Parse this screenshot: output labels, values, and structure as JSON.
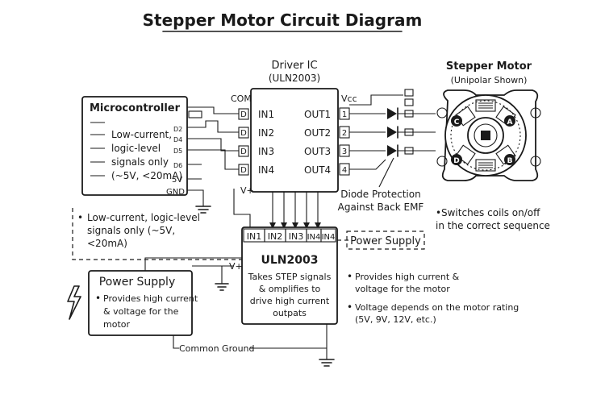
{
  "title": "Stepper Motor Circuit Diagram",
  "driver_ic": {
    "title": "Driver IC",
    "subtitle": "(ULN2003)",
    "com": "COM",
    "vcc": "Vcc",
    "inputs": [
      "IN1",
      "IN2",
      "IN3",
      "IN4"
    ],
    "outputs": [
      "OUT1",
      "OUT2",
      "OUT3",
      "OUT4"
    ],
    "pin_nums": [
      "1",
      "2",
      "3",
      "4"
    ],
    "pin_d": "D"
  },
  "motor": {
    "title": "Stepper Motor",
    "subtitle": "(Unipolar Shown)",
    "coils": [
      "A",
      "B",
      "C",
      "D"
    ],
    "note": [
      "Switches coils on/off",
      "in the correct sequence"
    ]
  },
  "diode_note": [
    "Diode Protection",
    "Against Back EMF"
  ],
  "microcontroller": {
    "title": "Microcontroller",
    "desc": [
      "Low-current,",
      "logic-level",
      "signals only",
      "(~5V, <20mA)"
    ],
    "pins": [
      "D2",
      "D4",
      "D5",
      "D6",
      "5V"
    ],
    "gnd": "GND"
  },
  "vplus": "V+",
  "low_current_note": [
    "Low-current, logic-level",
    "signals only (~5V,",
    "<20mA)"
  ],
  "uln": {
    "inputs": [
      "IN1",
      "IN2",
      "IN3",
      "IN4"
    ],
    "title": "ULN2003",
    "desc": [
      "Takes STEP signals",
      "& omplifies to",
      "drive high current",
      "outpats"
    ]
  },
  "power_supply_tag": "Power Supply",
  "power_supply": {
    "title": "Power Supply",
    "desc": [
      "Provides high current",
      "& voltage for the",
      "motor"
    ]
  },
  "notes_right": [
    [
      "Provides high current &",
      "voltage for the motor"
    ],
    [
      "Voltage depends on the motor rating",
      "(5V, 9V, 12V, etc.)"
    ]
  ],
  "common_ground": "Common Ground"
}
